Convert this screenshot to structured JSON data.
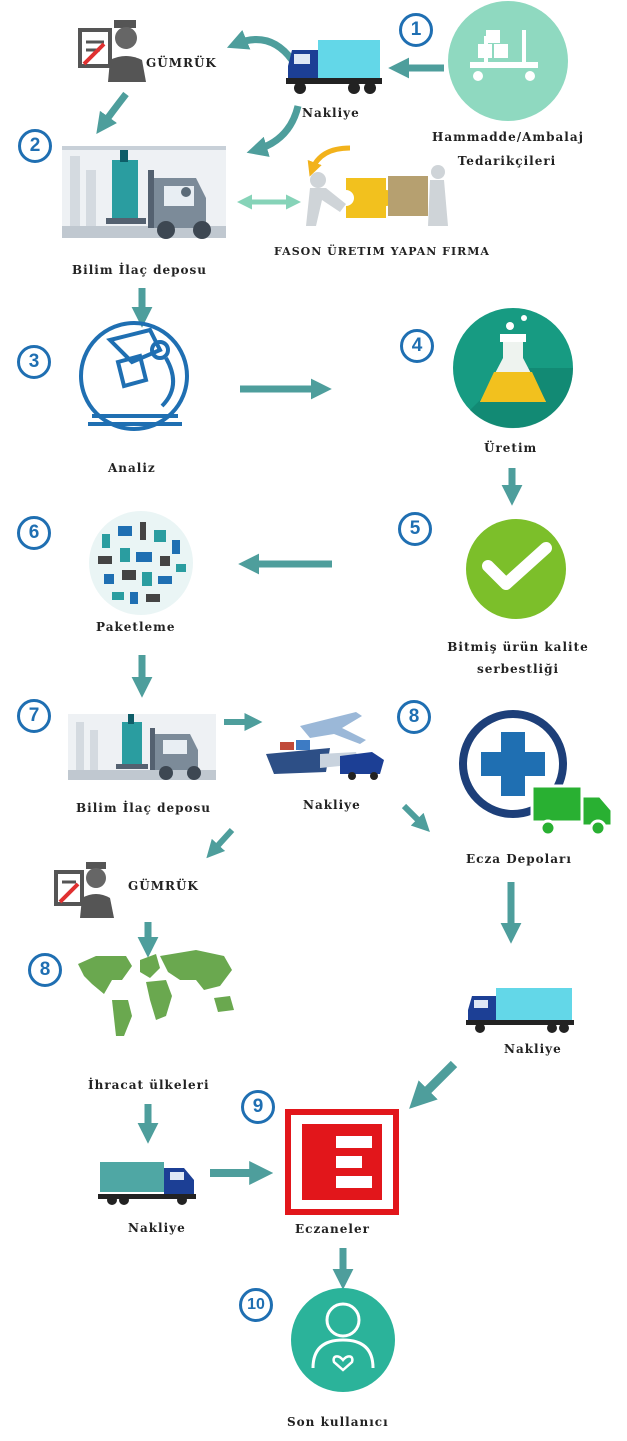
{
  "colors": {
    "arrow": "#4e9e9c",
    "number": "#1f6fb2",
    "circle_teal": "#2bb39a",
    "check_green": "#7cbf2a",
    "map_green": "#6aa84f",
    "ecza_red": "#e2161b",
    "truck_cyan": "#63d7e8",
    "yellow_arrow": "#f2b21b"
  },
  "steps": [
    "1",
    "2",
    "3",
    "4",
    "5",
    "6",
    "7",
    "8",
    "8",
    "9",
    "10"
  ],
  "labels": {
    "gumruk_top": "GÜMRÜK",
    "nakliye_top": "Nakliye",
    "hammadde_l1": "Hammadde/Ambalaj",
    "hammadde_l2": "Tedarikçileri",
    "fason": "FASON ÜRETIM YAPAN FIRMA",
    "depo_top": "Bilim İlaç deposu",
    "analiz": "Analiz",
    "uretim": "Üretim",
    "bitmis_l1": "Bitmiş ürün kalite",
    "bitmis_l2": "serbestliği",
    "paketleme": "Paketleme",
    "depo_mid": "Bilim İlaç deposu",
    "nakliye_mid": "Nakliye",
    "ecza_depolari": "Ecza Depoları",
    "gumruk_mid": "GÜMRÜK",
    "ihracat": "İhracat ülkeleri",
    "nakliye_right": "Nakliye",
    "nakliye_bottom": "Nakliye",
    "eczaneler": "Eczaneler",
    "son_kullanici": "Son kullanıcı"
  },
  "icons": [
    "customs-officer-icon",
    "truck-icon",
    "pallet-boxes-icon",
    "warehouse-forklift-icon",
    "puzzle-people-icon",
    "microscope-icon",
    "flask-icon",
    "checkmark-icon",
    "packaging-collage-icon",
    "plane-ship-truck-icon",
    "medical-cross-truck-icon",
    "world-map-icon",
    "pharmacy-e-icon",
    "user-icon"
  ]
}
